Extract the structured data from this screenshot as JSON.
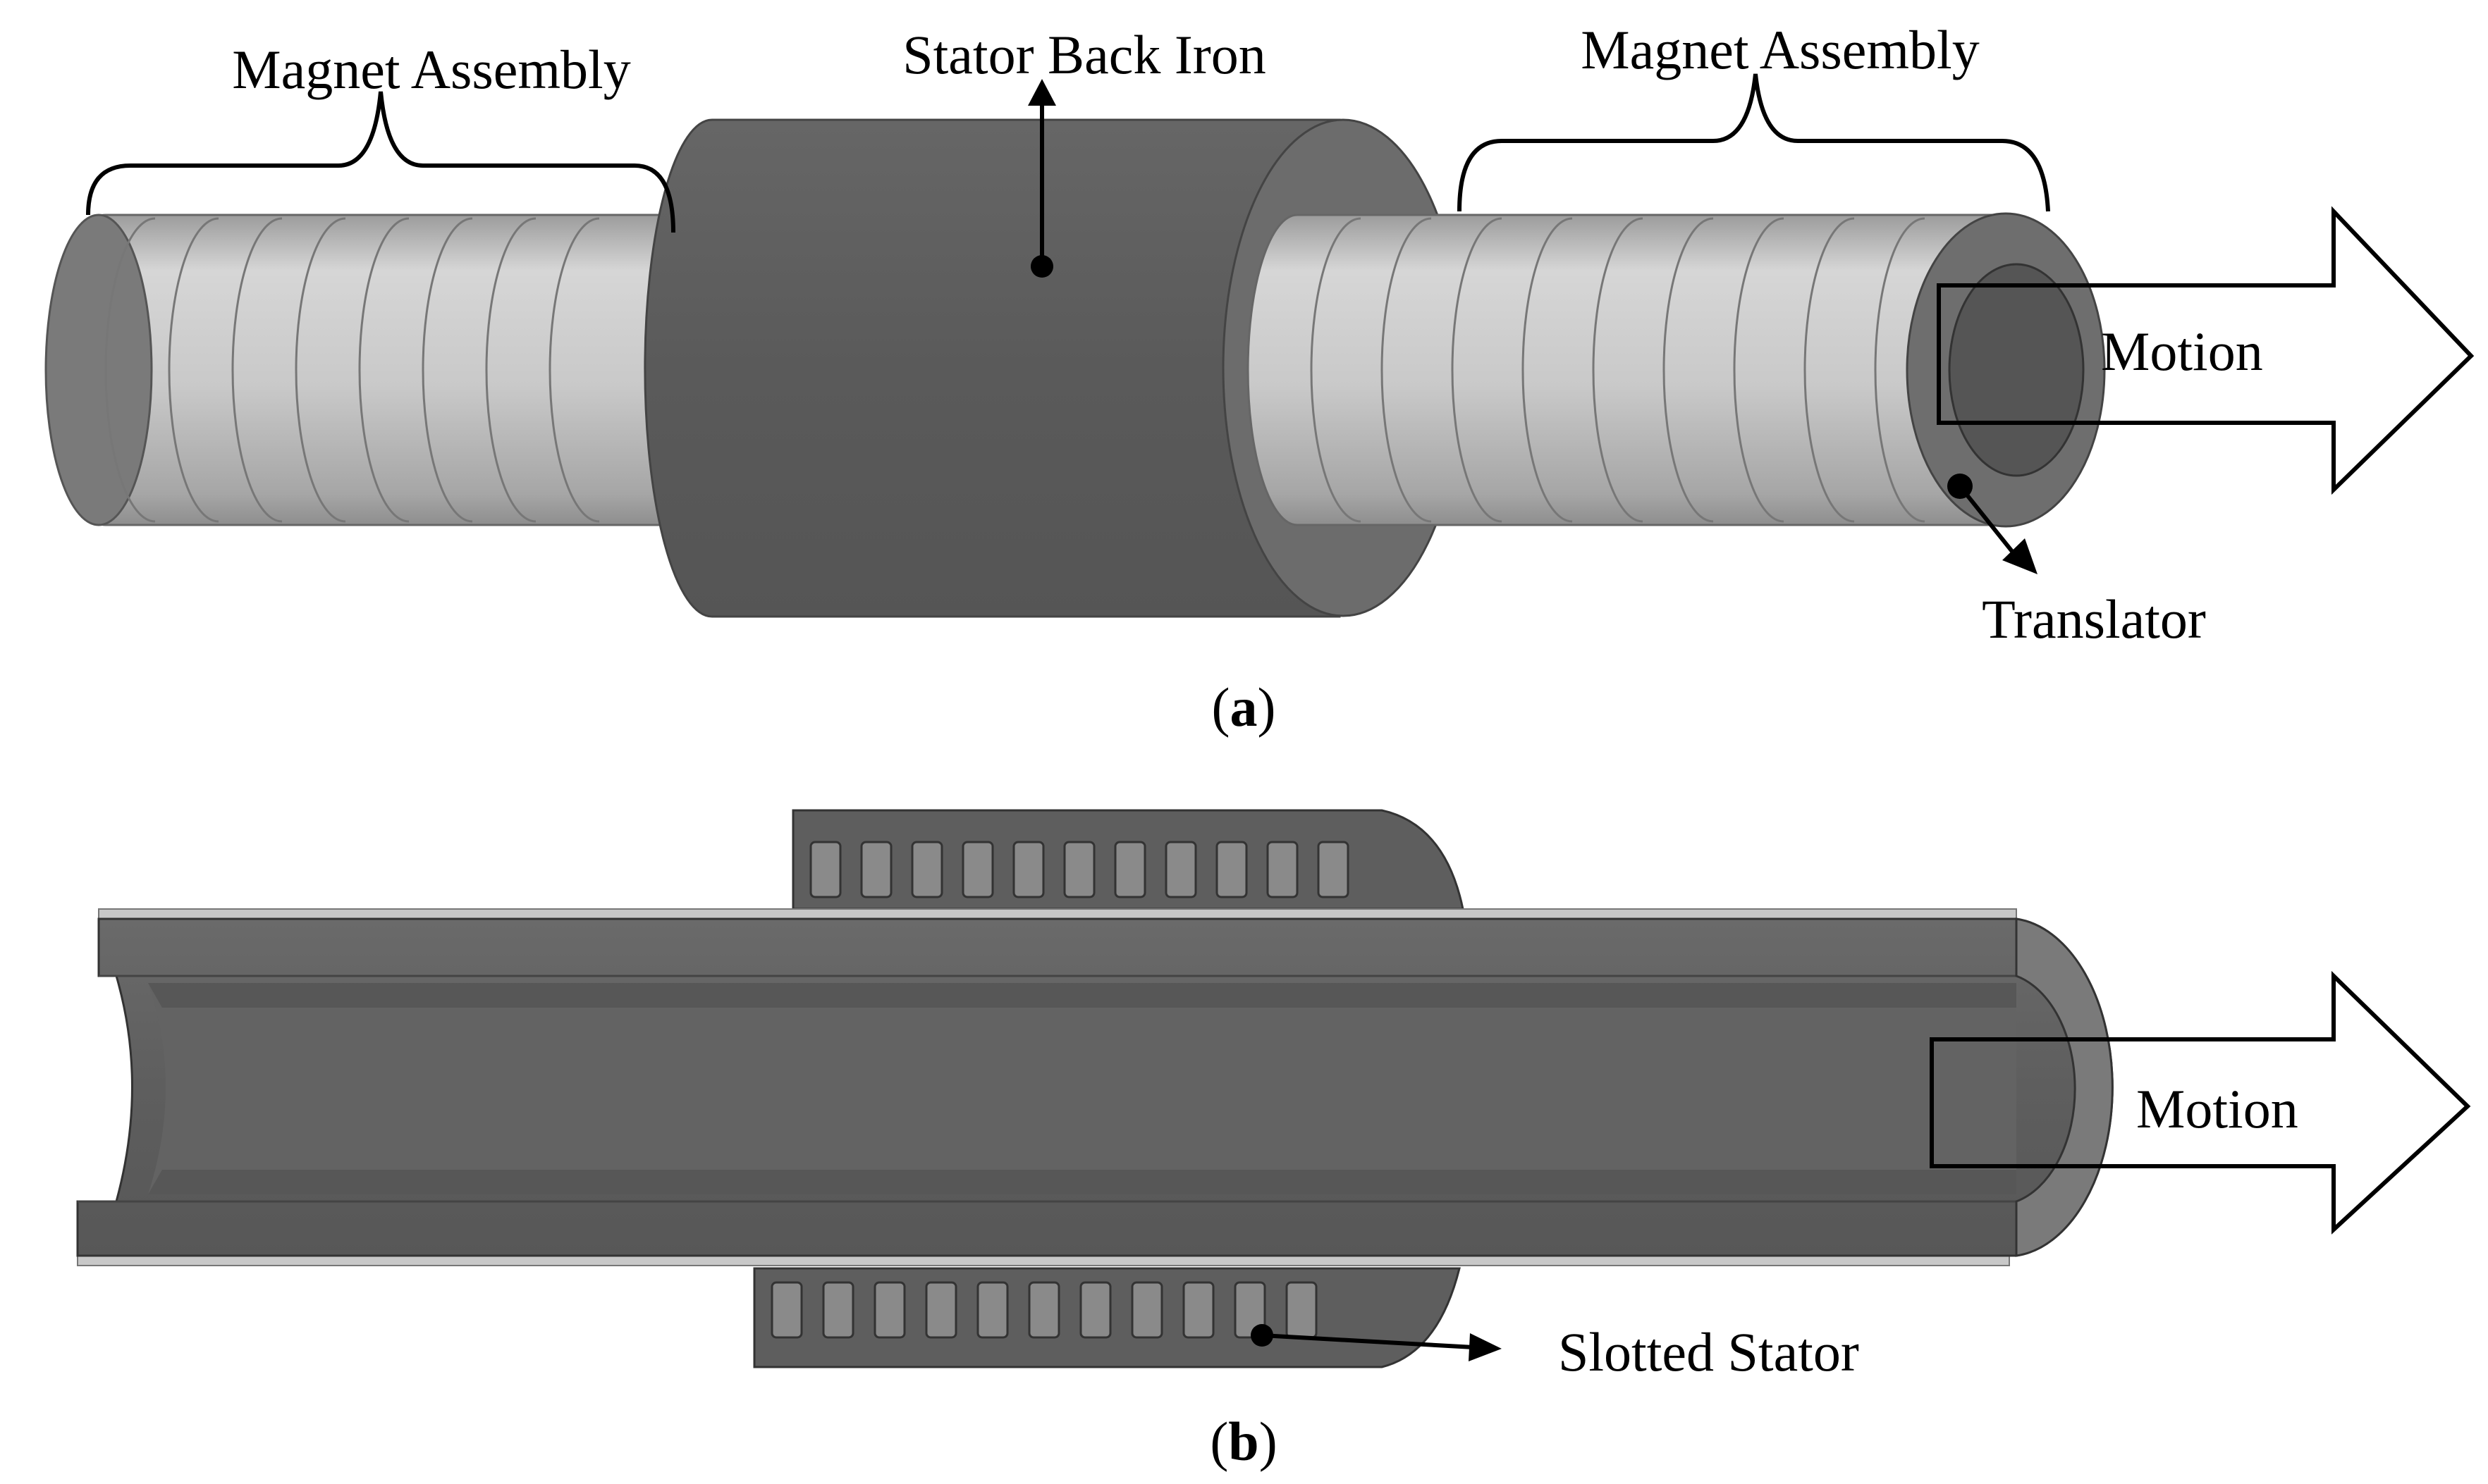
{
  "panel_a": {
    "caption_open": "(",
    "caption_letter": "a",
    "caption_close": ")",
    "labels": {
      "magnet_left": "Magnet Assembly",
      "stator_back_iron": "Stator Back Iron",
      "magnet_right": "Magnet Assembly",
      "motion": "Motion",
      "translator": "Translator"
    }
  },
  "panel_b": {
    "caption_open": "(",
    "caption_letter": "b",
    "caption_close": ")",
    "labels": {
      "motion": "Motion",
      "slotted_stator": "Slotted Stator"
    }
  },
  "colors": {
    "dark_iron": "#5c5c5c",
    "mid_iron": "#707070",
    "magnet_light": "#cfcfcf",
    "magnet_shade": "#a8a8a8",
    "outline": "#000000",
    "background": "#ffffff"
  }
}
